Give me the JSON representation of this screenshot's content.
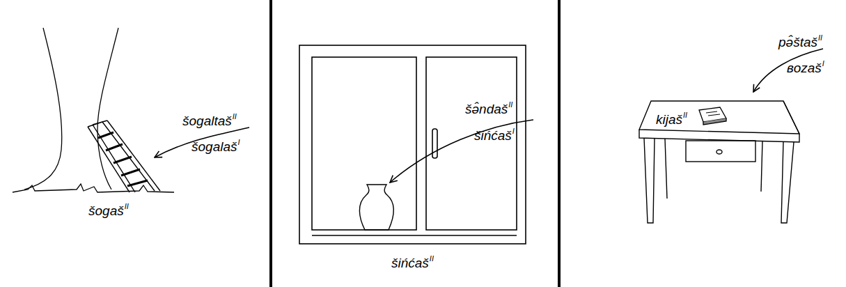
{
  "diagram": {
    "labels": [
      "šogaltaš",
      "II",
      "šogalaš",
      "I",
      "šogaš",
      "II",
      "šə̂ndaš",
      "II",
      "šińćaš",
      "I",
      "šińćaš",
      "II",
      "pə̂štaš",
      "II",
      "ʙozaš",
      "I",
      "kijaš",
      "II"
    ]
  }
}
